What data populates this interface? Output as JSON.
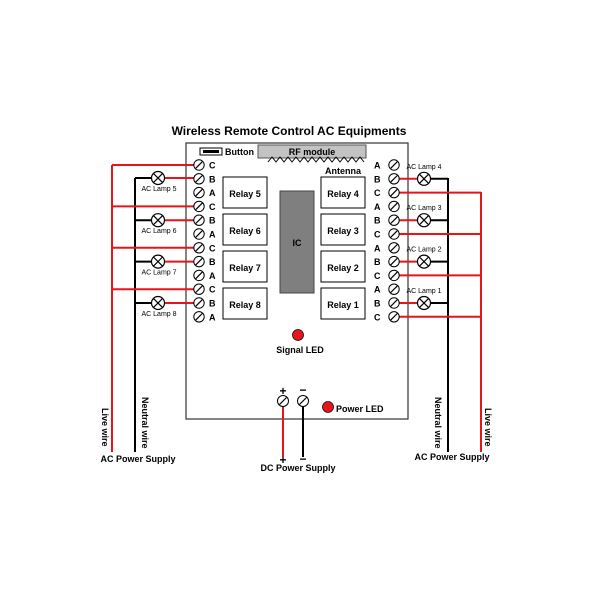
{
  "title": "Wireless Remote Control AC Equipments",
  "button_label": "Button",
  "rf_module_label": "RF module",
  "antenna_label": "Antenna",
  "ic_label": "IC",
  "signal_led_label": "Signal LED",
  "power_led_label": "Power LED",
  "dc_supply_label": "DC Power Supply",
  "ac_supply_label": "AC Power Supply",
  "live_wire_label": "Live wire",
  "neutral_wire_label": "Neutral wire",
  "plus_sign": "+",
  "minus_sign": "−",
  "relays_left": [
    "Relay 5",
    "Relay 6",
    "Relay 7",
    "Relay 8"
  ],
  "relays_right": [
    "Relay 4",
    "Relay 3",
    "Relay 2",
    "Relay 1"
  ],
  "terminals_left": [
    "C",
    "B",
    "A",
    "C",
    "B",
    "A",
    "C",
    "B",
    "A",
    "C",
    "B",
    "A"
  ],
  "terminals_right": [
    "A",
    "B",
    "C",
    "A",
    "B",
    "C",
    "A",
    "B",
    "C",
    "A",
    "B",
    "C"
  ],
  "lamps_left": [
    "AC Lamp 5",
    "AC Lamp 6",
    "AC Lamp 7",
    "AC Lamp 8"
  ],
  "lamps_right": [
    "AC Lamp 4",
    "AC Lamp 3",
    "AC Lamp 2",
    "AC Lamp 1"
  ],
  "colors": {
    "live": "#e8141c",
    "neutral": "#000000",
    "board_border": "#333333",
    "ic_fill": "#7f7f7f",
    "rf_fill": "#c3c3c3",
    "led": "#e8141c"
  }
}
